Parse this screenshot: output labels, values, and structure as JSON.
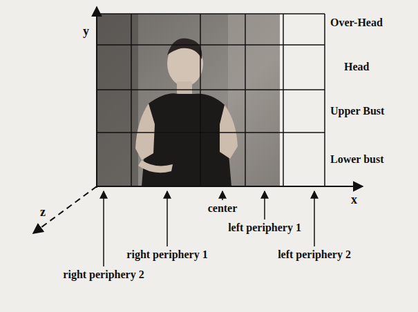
{
  "diagram": {
    "labels": [
      "y",
      "z",
      "x",
      "Over-Head",
      "Head",
      "Upper Bust",
      "Lower bust",
      "center",
      "left periphery 1",
      "right periphery 1",
      "left periphery 2",
      "right periphery 2"
    ]
  }
}
